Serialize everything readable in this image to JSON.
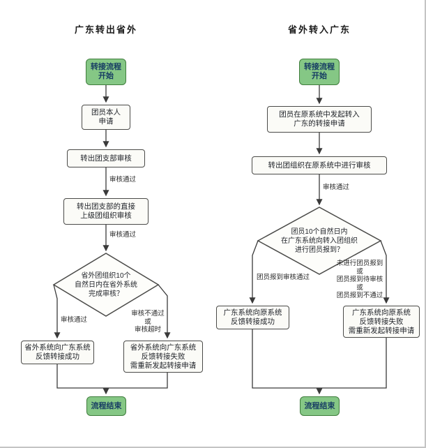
{
  "colors": {
    "green_fill": "#85c785",
    "green_border": "#3f7d3c",
    "box_fill": "#fbfbf7",
    "box_border": "#4a4a48",
    "arrow": "#3a3a3a"
  },
  "left_chart": {
    "title": "广东转出省外",
    "nodes": {
      "start": "转接流程\n开始",
      "apply": "团员本人\n申请",
      "branch_review": "转出团支部审核",
      "superior_review": "转出团支部的直接\n上级团组织审核",
      "decision": "省外团组织10个\n自然日内在省外系统\n完成审核？",
      "success": "省外系统向广东系统\n反馈转接成功",
      "fail": "省外系统向广东系统\n反馈转接失败\n需重新发起转接申请",
      "end": "流程结束"
    },
    "edge_labels": {
      "review_passed_1": "审核通过",
      "review_passed_2": "审核通过",
      "yes": "审核通过",
      "no": "审核不通过\n或\n审核超时"
    }
  },
  "right_chart": {
    "title": "省外转入广东",
    "nodes": {
      "start": "转接流程\n开始",
      "apply": "团员在原系统中发起转入\n广东的转接申请",
      "origin_review": "转出团组织在原系统中进行审核",
      "decision": "团员10个自然日内\n在广东系统向转入团组织\n进行团员报到？",
      "success": "广东系统向原系统\n反馈转接成功",
      "fail": "广东系统向原系统\n反馈转接失败\n需重新发起转接申请",
      "end": "流程结束"
    },
    "edge_labels": {
      "review_passed": "审核通过",
      "yes": "团员报到审核通过",
      "no": "未进行团员报到\n或\n团员报到待审核\n或\n团员报到不通过"
    }
  }
}
